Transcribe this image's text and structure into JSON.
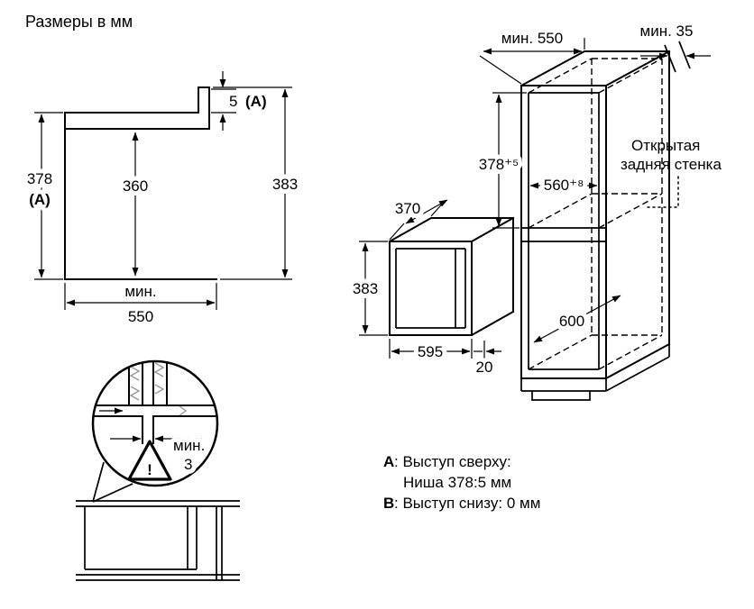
{
  "title": "Размеры в мм",
  "niche": {
    "h_outer": "378",
    "h_outer_ref": "(A)",
    "h_inner": "360",
    "step": "5",
    "step_ref": "(A)",
    "h_total": "383",
    "min": "мин.",
    "width": "550"
  },
  "detail": {
    "min": "мин.",
    "gap": "3",
    "warn": "!"
  },
  "cabinet": {
    "depth_min": "мин. 550",
    "back_gap_min": "мин. 35",
    "niche_h": "378⁺⁵",
    "niche_w": "560⁺⁸",
    "depth": "600",
    "open_back_1": "Открытая",
    "open_back_2": "задняя стенка"
  },
  "microwave": {
    "depth": "370",
    "height": "383",
    "width": "595",
    "door": "20"
  },
  "notes": {
    "a_key": "A",
    "a_text": ": Выступ сверху:",
    "a_line2": "Ниша 378:5 мм",
    "b_key": "B",
    "b_text": ": Выступ снизу: 0 мм"
  }
}
